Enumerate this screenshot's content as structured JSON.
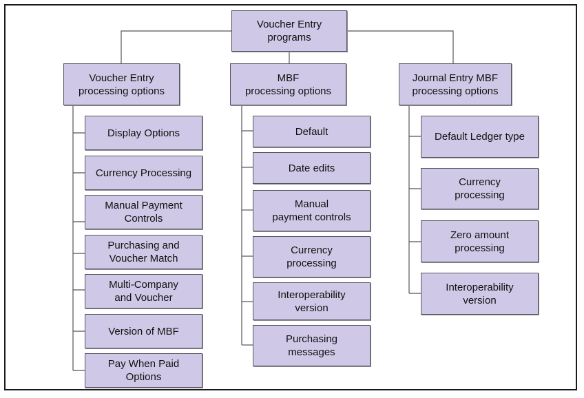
{
  "root": {
    "label_l1": "Voucher Entry",
    "label_l2": "programs"
  },
  "columns": [
    {
      "header_l1": "Voucher Entry",
      "header_l2": "processing options",
      "items": [
        [
          "Display Options"
        ],
        [
          "Currency Processing"
        ],
        [
          "Manual Payment",
          "Controls"
        ],
        [
          "Purchasing and",
          "Voucher Match"
        ],
        [
          "Multi-Company",
          "and Voucher"
        ],
        [
          "Version of MBF"
        ],
        [
          "Pay When Paid",
          "Options"
        ]
      ]
    },
    {
      "header_l1": "MBF",
      "header_l2": "processing options",
      "items": [
        [
          "Default"
        ],
        [
          "Date edits"
        ],
        [
          "Manual",
          "payment controls"
        ],
        [
          "Currency",
          "processing"
        ],
        [
          "Interoperability",
          "version"
        ],
        [
          "Purchasing",
          "messages"
        ]
      ]
    },
    {
      "header_l1": "Journal Entry MBF",
      "header_l2": "processing options",
      "items": [
        [
          "Default Ledger type"
        ],
        [
          "Currency",
          "processing"
        ],
        [
          "Zero amount",
          "processing"
        ],
        [
          "Interoperability",
          "version"
        ]
      ]
    }
  ],
  "colors": {
    "box_fill": "#cfc8e6",
    "box_border": "#55555f",
    "line": "#555555"
  }
}
